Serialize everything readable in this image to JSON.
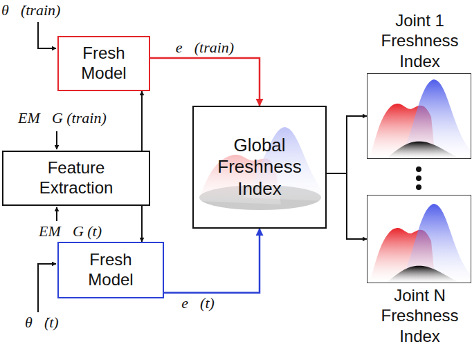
{
  "diagram": {
    "nodes": [
      {
        "text": [
          "Fresh Model"
        ]
      },
      {
        "text": [
          "Feature Extraction"
        ]
      },
      {
        "text": [
          "Fresh Model"
        ]
      },
      {
        "text": [
          "Global Freshness Index"
        ]
      },
      {
        "text": [
          "Joint 1 Freshness Index"
        ]
      },
      {
        "text": [
          "Joint N Freshness Index"
        ]
      }
    ],
    "edges": [
      {
        "from": 1,
        "to": 0,
        "arrow": "to"
      },
      {
        "from": 1,
        "to": 2,
        "arrow": "to"
      },
      {
        "from": 0,
        "to": 3,
        "label": "e⃗(train)",
        "arrow": "to"
      },
      {
        "from": 2,
        "to": 3,
        "label": "e⃗(t)",
        "arrow": "to"
      },
      {
        "from": 3,
        "to": 4,
        "arrow": "to"
      },
      {
        "from": 3,
        "to": 5,
        "arrow": "to"
      }
    ],
    "labels": [
      "θ⃗̇(train)",
      "EM⃗G (train)",
      "EM⃗G (t)",
      "θ⃗̇(t)"
    ]
  }
}
